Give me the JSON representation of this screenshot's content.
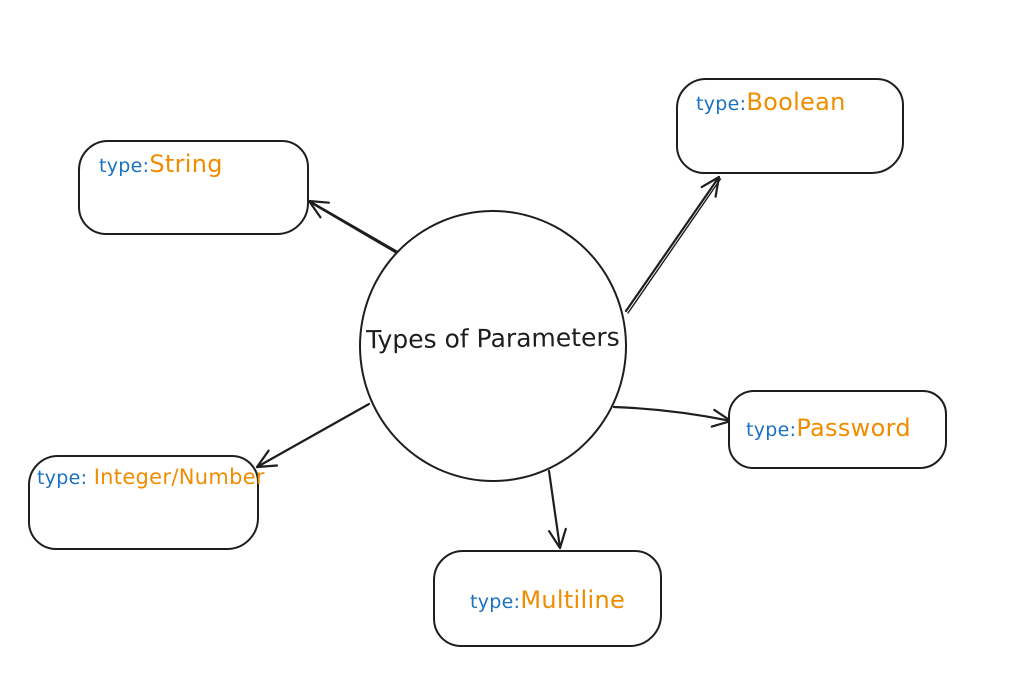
{
  "canvas": {
    "background": "#ffffff"
  },
  "diagram": {
    "center_node": {
      "label": "Types of Parameters",
      "shape": "circle"
    },
    "nodes": [
      {
        "id": "string",
        "prefix": "type:",
        "value": "String"
      },
      {
        "id": "boolean",
        "prefix": "type:",
        "value": "Boolean"
      },
      {
        "id": "password",
        "prefix": "type:",
        "value": "Password"
      },
      {
        "id": "multiline",
        "prefix": "type:",
        "value": "Multiline"
      },
      {
        "id": "integer",
        "prefix": "type: ",
        "value": "Integer/Number"
      }
    ],
    "connections": [
      {
        "from": "center",
        "to": "string"
      },
      {
        "from": "center",
        "to": "boolean"
      },
      {
        "from": "center",
        "to": "password"
      },
      {
        "from": "center",
        "to": "multiline"
      },
      {
        "from": "center",
        "to": "integer"
      }
    ],
    "colors": {
      "stroke": "#1e1e1e",
      "prefix_text": "#1971c2",
      "value_text": "#f08c00",
      "background": "#ffffff"
    }
  }
}
